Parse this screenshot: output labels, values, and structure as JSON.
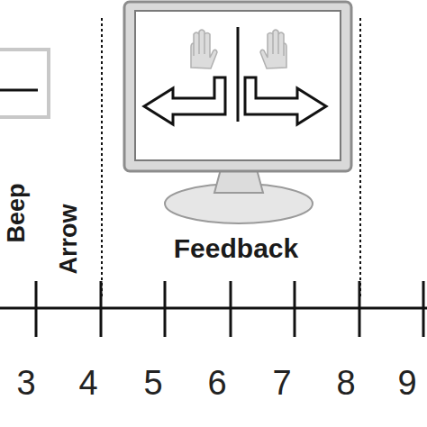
{
  "diagram": {
    "labels": [
      "Beep",
      "Arrow",
      "Feedback",
      "3",
      "4",
      "5",
      "6",
      "7",
      "8",
      "9"
    ]
  }
}
